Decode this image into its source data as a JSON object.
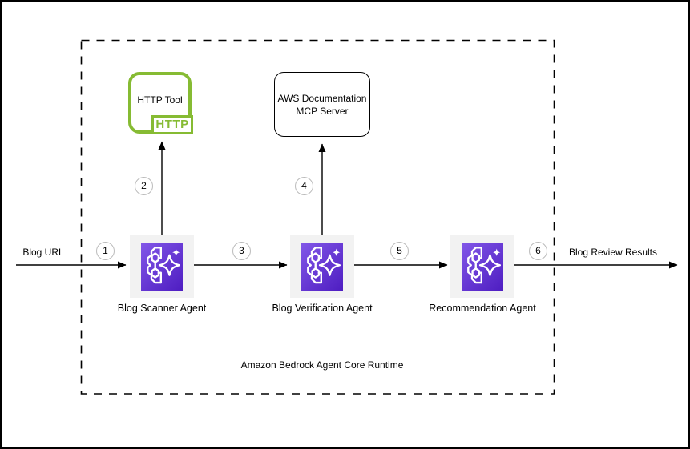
{
  "diagram": {
    "title": "Amazon Bedrock Agent Core Runtime",
    "input_label": "Blog URL",
    "output_label": "Blog Review Results",
    "steps": [
      "1",
      "2",
      "3",
      "4",
      "5",
      "6"
    ],
    "agents": [
      {
        "label": "Blog Scanner Agent",
        "icon": "bedrock-agent-icon"
      },
      {
        "label": "Blog Verification Agent",
        "icon": "bedrock-agent-icon"
      },
      {
        "label": "Recommendation Agent",
        "icon": "bedrock-agent-icon"
      }
    ],
    "http_tool": {
      "title": "HTTP Tool",
      "badge": "HTTP"
    },
    "mcp_server": {
      "line1": "AWS Documentation",
      "line2": "MCP Server"
    },
    "colors": {
      "http_green": "#86BB33",
      "bedrock_gradient_start": "#8257E8",
      "bedrock_gradient_end": "#4E1DC1",
      "node_background_gray": "#F2F2F2",
      "step_circle_border": "#BBBBBB",
      "connector_black": "#000000"
    }
  }
}
